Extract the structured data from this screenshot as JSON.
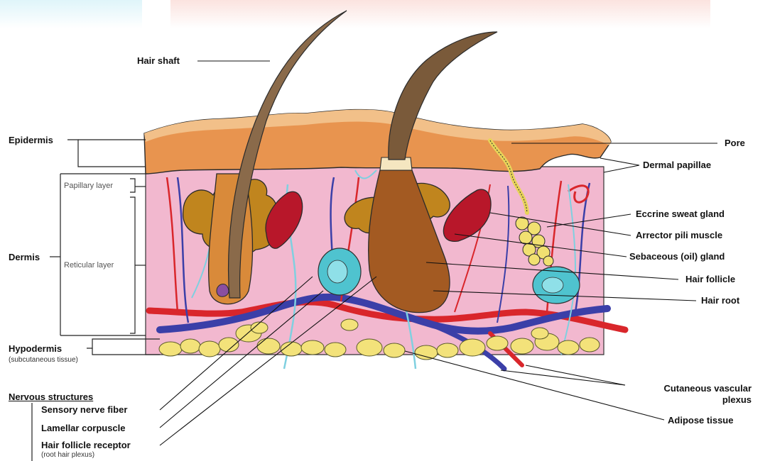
{
  "labels": {
    "hair_shaft": "Hair shaft",
    "epidermis": "Epidermis",
    "dermis": "Dermis",
    "papillary_layer": "Papillary layer",
    "reticular_layer": "Reticular layer",
    "hypodermis": "Hypodermis",
    "hypodermis_sub": "(subcutaneous tissue)",
    "nervous_structures": "Nervous structures",
    "sensory_nerve_fiber": "Sensory nerve fiber",
    "lamellar_corpuscle": "Lamellar corpuscle",
    "hair_follicle_receptor": "Hair follicle receptor",
    "hair_follicle_receptor_sub": "(root hair plexus)",
    "pore": "Pore",
    "dermal_papillae": "Dermal papillae",
    "eccrine_sweat_gland": "Eccrine sweat gland",
    "arrector_pili_muscle": "Arrector pili muscle",
    "sebaceous_gland": "Sebaceous (oil) gland",
    "hair_follicle": "Hair follicle",
    "hair_root": "Hair root",
    "cutaneous_vascular_plexus_1": "Cutaneous vascular",
    "cutaneous_vascular_plexus_2": "plexus",
    "adipose_tissue": "Adipose tissue"
  },
  "colors": {
    "epidermis": "#e8944f",
    "epidermis_top": "#f2c089",
    "dermis": "#f2b8cf",
    "hair": "#8a6a4a",
    "follicle": "#a35a22",
    "sebaceous": "#c0851e",
    "arrector": "#b8172a",
    "artery": "#d9262b",
    "vein": "#3b3fa8",
    "nerve": "#7fd0e0",
    "fat": "#f3e27a",
    "corpuscle": "#4fc3cf",
    "sweat_gland": "#f1e071"
  }
}
